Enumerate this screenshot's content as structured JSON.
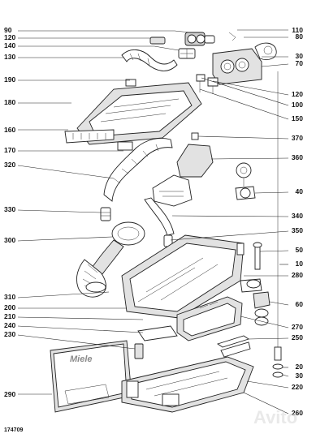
{
  "drawing_number": "174709",
  "watermark_text": "Avito",
  "left_labels": [
    {
      "key": "90",
      "text": "90"
    },
    {
      "key": "120a",
      "text": "120"
    },
    {
      "key": "140",
      "text": "140"
    },
    {
      "key": "130",
      "text": "130"
    },
    {
      "key": "190",
      "text": "190"
    },
    {
      "key": "180",
      "text": "180"
    },
    {
      "key": "160",
      "text": "160"
    },
    {
      "key": "170",
      "text": "170"
    },
    {
      "key": "320",
      "text": "320"
    },
    {
      "key": "330",
      "text": "330"
    },
    {
      "key": "300",
      "text": "300"
    },
    {
      "key": "310",
      "text": "310"
    },
    {
      "key": "200",
      "text": "200"
    },
    {
      "key": "210",
      "text": "210"
    },
    {
      "key": "240",
      "text": "240"
    },
    {
      "key": "230",
      "text": "230"
    },
    {
      "key": "290",
      "text": "290"
    }
  ],
  "right_labels": [
    {
      "key": "110",
      "text": "110"
    },
    {
      "key": "80",
      "text": "80"
    },
    {
      "key": "30a",
      "text": "30"
    },
    {
      "key": "70",
      "text": "70"
    },
    {
      "key": "120b",
      "text": "120"
    },
    {
      "key": "100",
      "text": "100"
    },
    {
      "key": "150",
      "text": "150"
    },
    {
      "key": "370",
      "text": "370"
    },
    {
      "key": "360",
      "text": "360"
    },
    {
      "key": "40",
      "text": "40"
    },
    {
      "key": "340",
      "text": "340"
    },
    {
      "key": "350",
      "text": "350"
    },
    {
      "key": "50",
      "text": "50"
    },
    {
      "key": "10",
      "text": "10"
    },
    {
      "key": "280",
      "text": "280"
    },
    {
      "key": "60",
      "text": "60"
    },
    {
      "key": "270",
      "text": "270"
    },
    {
      "key": "250",
      "text": "250"
    },
    {
      "key": "20",
      "text": "20"
    },
    {
      "key": "30b",
      "text": "30"
    },
    {
      "key": "220",
      "text": "220"
    },
    {
      "key": "260",
      "text": "260"
    }
  ]
}
